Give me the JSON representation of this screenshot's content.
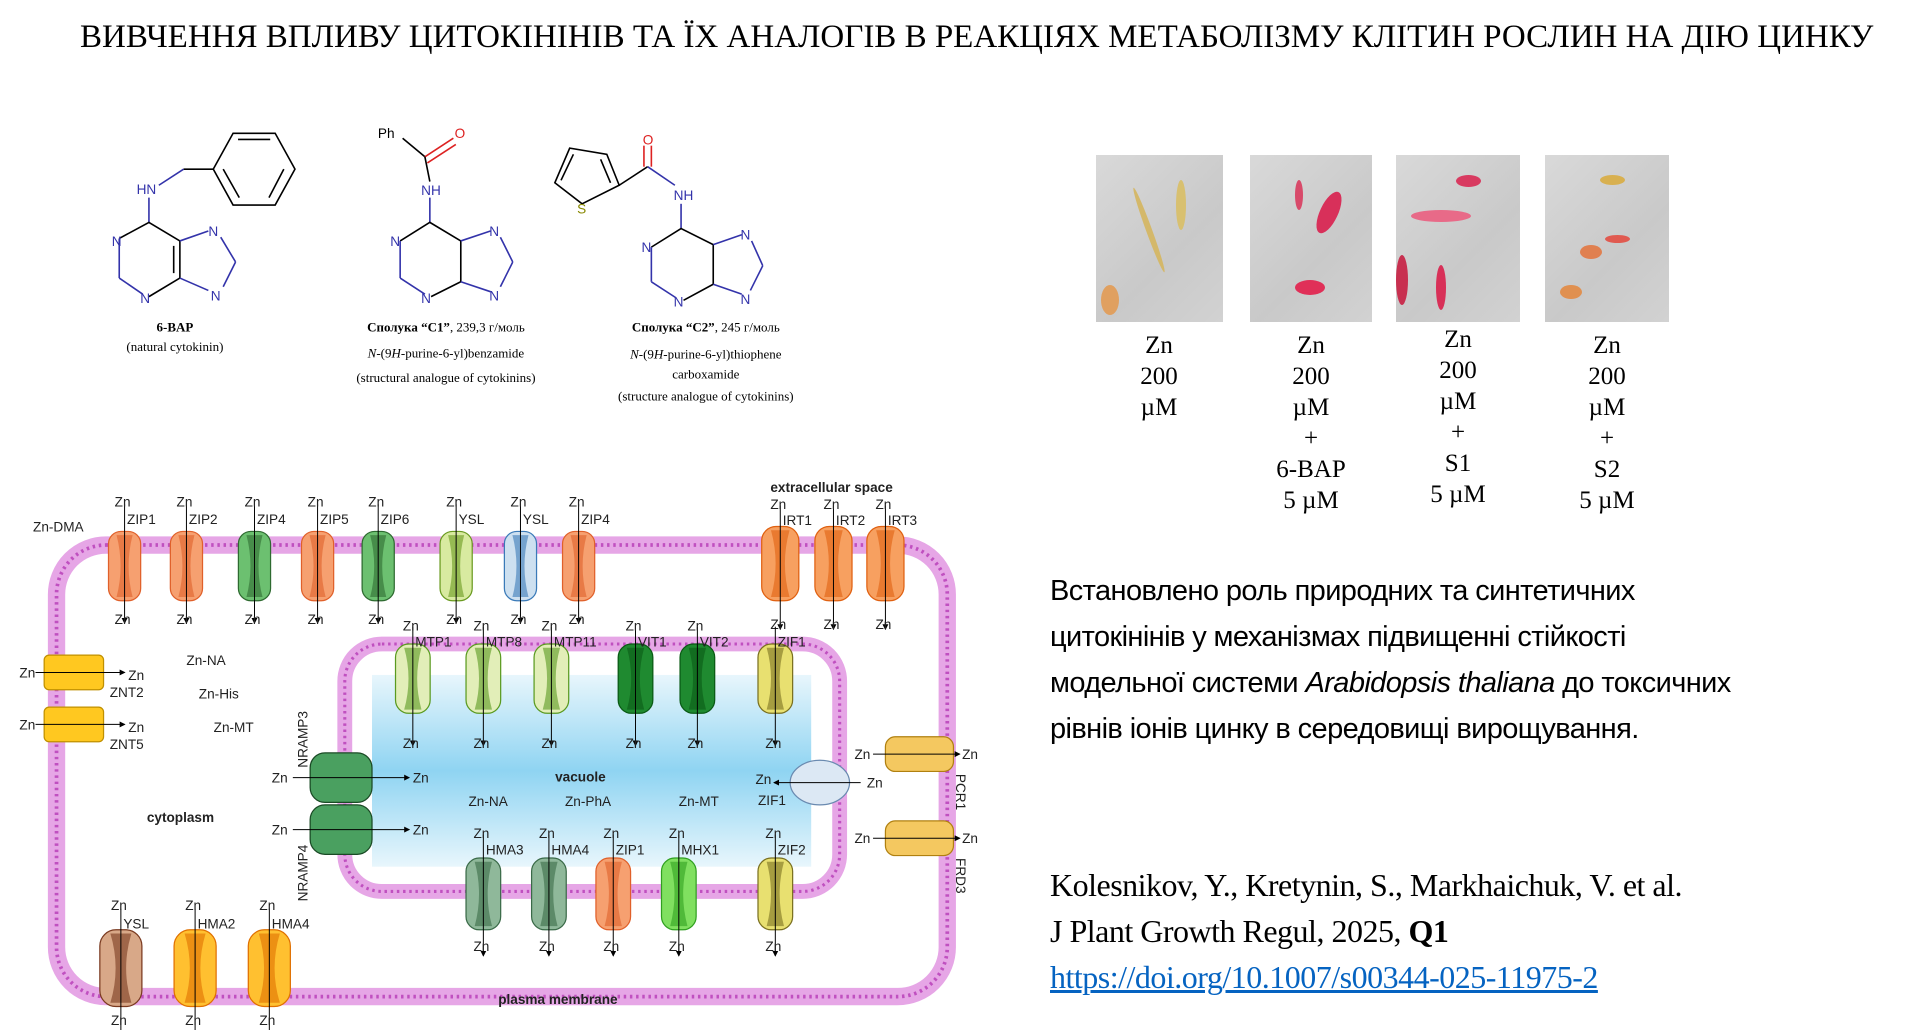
{
  "title": "ВИВЧЕННЯ ВПЛИВУ ЦИТОКІНІНІВ ТА ЇХ АНАЛОГІВ В РЕАКЦІЯХ МЕТАБОЛІЗМУ КЛІТИН РОСЛИН НА ДІЮ ЦИНКУ",
  "structures": [
    {
      "name": "6-BAP",
      "desc1": "(natural cytokinin)",
      "atoms": [
        "HN",
        "N",
        "N",
        "N",
        "N"
      ]
    },
    {
      "name": "Сполука “C1”",
      "mass": ", 239,3 г/моль",
      "iupac_prefix": "N",
      "iupac_mid": "-(9",
      "iupac_h": "H",
      "iupac_rest": "-purine-6-yl)benzamide",
      "desc1": "(structural analogue of cytokinins)",
      "atoms": [
        "Ph",
        "O",
        "NH",
        "N",
        "N",
        "N",
        "N"
      ]
    },
    {
      "name": "Сполука “C2”",
      "mass": ", 245 г/моль",
      "iupac_prefix": "N",
      "iupac_mid": "-(9",
      "iupac_h": "H",
      "iupac_rest": "-purine-6-yl)thiophene",
      "iupac_line2": "carboxamide",
      "desc1": "(structure analogue of cytokinins)",
      "atoms": [
        "S",
        "O",
        "NH",
        "N",
        "N",
        "N",
        "N"
      ]
    }
  ],
  "photos": [
    {
      "lines": [
        "Zn",
        "200",
        "µM"
      ]
    },
    {
      "lines": [
        "Zn",
        "200",
        "µM",
        "+",
        "6-BAP",
        "5 µM"
      ]
    },
    {
      "lines": [
        "Zn",
        "200",
        "µM",
        "+",
        "S1",
        "5 µM"
      ]
    },
    {
      "lines": [
        "Zn",
        "200",
        "µM",
        "+",
        "S2",
        "5 µM"
      ]
    }
  ],
  "finding": {
    "line1": "Встановлено роль природних та синтетичних",
    "line2": "цитокінінів у механізмах підвищенні стійкості",
    "line3_a": "модельної системи ",
    "line3_italic": "Arabidopsis thaliana",
    "line3_b": " до токсичних",
    "line4": "рівнів іонів цинку в середовищі вирощування."
  },
  "citation": {
    "authors": "Kolesnikov, Y., Kretynin, S., Markhaichuk, V. et al.",
    "journal": "J Plant Growth Regul, 2025, ",
    "quartile": "Q1",
    "doi": "https://doi.org/10.1007/s00344-025-11975-2"
  },
  "diagram": {
    "zn": "Zn",
    "top": [
      "ZIP1",
      "ZIP2",
      "ZIP4",
      "ZIP5",
      "ZIP6",
      "YSL",
      "YSL",
      "ZIP4"
    ],
    "irt": [
      "IRT1",
      "IRT2",
      "IRT3"
    ],
    "vac_top": [
      "MTP1",
      "MTP8",
      "MTP11",
      "VIT1",
      "VIT2",
      "ZIF1"
    ],
    "vac_bottom": [
      "HMA3",
      "HMA4",
      "ZIP1",
      "MHX1",
      "ZIF2"
    ],
    "bottom": [
      "YSL",
      "HMA2",
      "HMA4"
    ],
    "znt": [
      "ZNT2",
      "ZNT5"
    ],
    "nramp": [
      "NRAMP3",
      "NRAMP4"
    ],
    "right": [
      "PCR1",
      "FRD3"
    ],
    "zif1_vac": "ZIF1",
    "labels": {
      "zn_dma": "Zn-DMA",
      "extracellular": "extracellular space",
      "zn_na": "Zn-NA",
      "zn_his": "Zn-His",
      "zn_mt": "Zn-MT",
      "cytoplasm": "cytoplasm",
      "vacuole": "vacuole",
      "vac_zn_na": "Zn-NA",
      "vac_zn_pha": "Zn-PhA",
      "vac_zn_mt": "Zn-MT",
      "plasma_membrane": "plasma membrane"
    }
  }
}
